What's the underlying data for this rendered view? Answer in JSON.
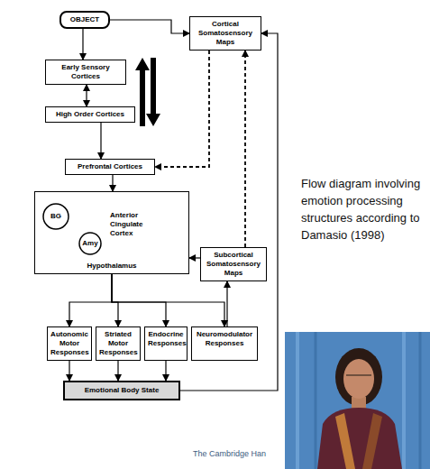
{
  "diagram": {
    "caption": "Flow diagram involving emotion processing structures according to Damasio (1998)",
    "nodes": [
      {
        "text": [
          "OBJECT"
        ]
      },
      {
        "text": [
          "Cortical Somatosensory Maps"
        ]
      },
      {
        "text": [
          "Early Sensory Cortices"
        ]
      },
      {
        "text": [
          "High Order Cortices"
        ]
      },
      {
        "text": [
          "Prefrontal Cortices"
        ]
      },
      {
        "text": [
          "Hypothalamus"
        ]
      },
      {
        "text": [
          "BG"
        ],
        "in": 5
      },
      {
        "text": [
          "Amy"
        ],
        "in": 5
      },
      {
        "text": [
          "Subcortical Somatosensory Maps"
        ]
      },
      {
        "text": [
          "Autonomic Motor Responses"
        ]
      },
      {
        "text": [
          "Striated Motor Responses"
        ]
      },
      {
        "text": [
          "Endocrine Responses"
        ]
      },
      {
        "text": [
          "Neuromodulator Responses"
        ]
      },
      {
        "text": [
          "Emotional Body State"
        ]
      }
    ],
    "edges": [
      {
        "from": 0,
        "to": 2,
        "arrow": "to"
      },
      {
        "from": 0,
        "to": 1,
        "arrow": "to"
      },
      {
        "from": 2,
        "to": 3,
        "arrow": "both"
      },
      {
        "from": 3,
        "to": 4,
        "arrow": "to"
      },
      {
        "from": 4,
        "to": 5,
        "arrow": "to"
      },
      {
        "from": 1,
        "to": 4,
        "arrow": "to"
      },
      {
        "from": 5,
        "to": 9,
        "arrow": "to"
      },
      {
        "from": 5,
        "to": 10,
        "arrow": "to"
      },
      {
        "from": 5,
        "to": 11,
        "arrow": "to"
      },
      {
        "from": 5,
        "to": 12,
        "arrow": "to"
      },
      {
        "from": 9,
        "to": 13,
        "arrow": "to"
      },
      {
        "from": 10,
        "to": 13,
        "arrow": "to"
      },
      {
        "from": 11,
        "to": 13,
        "arrow": "to"
      },
      {
        "from": 12,
        "to": 8,
        "arrow": "to"
      },
      {
        "from": 8,
        "to": 5,
        "arrow": "to"
      },
      {
        "from": 13,
        "to": 1,
        "arrow": "to"
      },
      {
        "from": 8,
        "to": 1,
        "arrow": "to"
      }
    ],
    "labels": [
      "Anterior Cingulate Cortex",
      "The Cambridge Han"
    ]
  }
}
